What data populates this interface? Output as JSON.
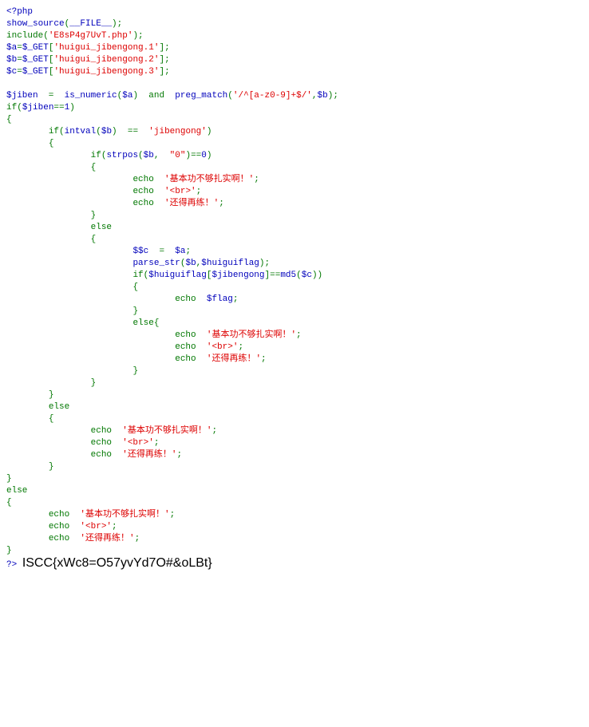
{
  "colors": {
    "keyword": "#007700",
    "default": "#0000BB",
    "string": "#DD0000"
  },
  "lines": [
    [
      [
        "d",
        "<?php"
      ]
    ],
    [
      [
        "d",
        "show_source"
      ],
      [
        "k",
        "("
      ],
      [
        "d",
        "__FILE__"
      ],
      [
        "k",
        ");"
      ]
    ],
    [
      [
        "k",
        "include("
      ],
      [
        "s",
        "'E8sP4g7UvT.php'"
      ],
      [
        "k",
        ");"
      ]
    ],
    [
      [
        "d",
        "$a"
      ],
      [
        "k",
        "="
      ],
      [
        "d",
        "$_GET"
      ],
      [
        "k",
        "["
      ],
      [
        "s",
        "'huigui_jibengong.1'"
      ],
      [
        "k",
        "];"
      ]
    ],
    [
      [
        "d",
        "$b"
      ],
      [
        "k",
        "="
      ],
      [
        "d",
        "$_GET"
      ],
      [
        "k",
        "["
      ],
      [
        "s",
        "'huigui_jibengong.2'"
      ],
      [
        "k",
        "];"
      ]
    ],
    [
      [
        "d",
        "$c"
      ],
      [
        "k",
        "="
      ],
      [
        "d",
        "$_GET"
      ],
      [
        "k",
        "["
      ],
      [
        "s",
        "'huigui_jibengong.3'"
      ],
      [
        "k",
        "];"
      ]
    ],
    [],
    [
      [
        "d",
        "$jiben"
      ],
      [
        "k",
        "  =  "
      ],
      [
        "d",
        "is_numeric"
      ],
      [
        "k",
        "("
      ],
      [
        "d",
        "$a"
      ],
      [
        "k",
        ")  and  "
      ],
      [
        "d",
        "preg_match"
      ],
      [
        "k",
        "("
      ],
      [
        "s",
        "'/^[a-z0-9]+$/'"
      ],
      [
        "k",
        ","
      ],
      [
        "d",
        "$b"
      ],
      [
        "k",
        ");"
      ]
    ],
    [
      [
        "k",
        "if("
      ],
      [
        "d",
        "$jiben"
      ],
      [
        "k",
        "=="
      ],
      [
        "d",
        "1"
      ],
      [
        "k",
        ")"
      ]
    ],
    [
      [
        "k",
        "{"
      ]
    ],
    [
      [
        "k",
        "\tif("
      ],
      [
        "d",
        "intval"
      ],
      [
        "k",
        "("
      ],
      [
        "d",
        "$b"
      ],
      [
        "k",
        ")  ==  "
      ],
      [
        "s",
        "'jibengong'"
      ],
      [
        "k",
        ")"
      ]
    ],
    [
      [
        "k",
        "\t{"
      ]
    ],
    [
      [
        "k",
        "\t\tif("
      ],
      [
        "d",
        "strpos"
      ],
      [
        "k",
        "("
      ],
      [
        "d",
        "$b"
      ],
      [
        "k",
        ",  "
      ],
      [
        "s",
        "\"0\""
      ],
      [
        "k",
        ")=="
      ],
      [
        "d",
        "0"
      ],
      [
        "k",
        ")"
      ]
    ],
    [
      [
        "k",
        "\t\t{"
      ]
    ],
    [
      [
        "k",
        "\t\t\techo  "
      ],
      [
        "s",
        "'基本功不够扎实啊！'"
      ],
      [
        "k",
        ";"
      ]
    ],
    [
      [
        "k",
        "\t\t\techo  "
      ],
      [
        "s",
        "'<br>'"
      ],
      [
        "k",
        ";"
      ]
    ],
    [
      [
        "k",
        "\t\t\techo  "
      ],
      [
        "s",
        "'还得再练！'"
      ],
      [
        "k",
        ";"
      ]
    ],
    [
      [
        "k",
        "\t\t}"
      ]
    ],
    [
      [
        "k",
        "\t\telse"
      ]
    ],
    [
      [
        "k",
        "\t\t{"
      ]
    ],
    [
      [
        "k",
        "\t\t\t"
      ],
      [
        "d",
        "$$c"
      ],
      [
        "k",
        "  =  "
      ],
      [
        "d",
        "$a"
      ],
      [
        "k",
        ";"
      ]
    ],
    [
      [
        "k",
        "\t\t\t"
      ],
      [
        "d",
        "parse_str"
      ],
      [
        "k",
        "("
      ],
      [
        "d",
        "$b"
      ],
      [
        "k",
        ","
      ],
      [
        "d",
        "$huiguiflag"
      ],
      [
        "k",
        ");"
      ]
    ],
    [
      [
        "k",
        "\t\t\tif("
      ],
      [
        "d",
        "$huiguiflag"
      ],
      [
        "k",
        "["
      ],
      [
        "d",
        "$jibengong"
      ],
      [
        "k",
        "]=="
      ],
      [
        "d",
        "md5"
      ],
      [
        "k",
        "("
      ],
      [
        "d",
        "$c"
      ],
      [
        "k",
        "))"
      ]
    ],
    [
      [
        "k",
        "\t\t\t{"
      ]
    ],
    [
      [
        "k",
        "\t\t\t\techo  "
      ],
      [
        "d",
        "$flag"
      ],
      [
        "k",
        ";"
      ]
    ],
    [
      [
        "k",
        "\t\t\t}"
      ]
    ],
    [
      [
        "k",
        "\t\t\telse{"
      ]
    ],
    [
      [
        "k",
        "\t\t\t\techo  "
      ],
      [
        "s",
        "'基本功不够扎实啊！'"
      ],
      [
        "k",
        ";"
      ]
    ],
    [
      [
        "k",
        "\t\t\t\techo  "
      ],
      [
        "s",
        "'<br>'"
      ],
      [
        "k",
        ";"
      ]
    ],
    [
      [
        "k",
        "\t\t\t\techo  "
      ],
      [
        "s",
        "'还得再练！'"
      ],
      [
        "k",
        ";"
      ]
    ],
    [
      [
        "k",
        "\t\t\t}"
      ]
    ],
    [
      [
        "k",
        "\t\t}"
      ]
    ],
    [
      [
        "k",
        "\t}"
      ]
    ],
    [
      [
        "k",
        "\telse"
      ]
    ],
    [
      [
        "k",
        "\t{"
      ]
    ],
    [
      [
        "k",
        "\t\techo  "
      ],
      [
        "s",
        "'基本功不够扎实啊！'"
      ],
      [
        "k",
        ";"
      ]
    ],
    [
      [
        "k",
        "\t\techo  "
      ],
      [
        "s",
        "'<br>'"
      ],
      [
        "k",
        ";"
      ]
    ],
    [
      [
        "k",
        "\t\techo  "
      ],
      [
        "s",
        "'还得再练！'"
      ],
      [
        "k",
        ";"
      ]
    ],
    [
      [
        "k",
        "\t}"
      ]
    ],
    [
      [
        "k",
        "}"
      ]
    ],
    [
      [
        "k",
        "else"
      ]
    ],
    [
      [
        "k",
        "{"
      ]
    ],
    [
      [
        "k",
        "\techo  "
      ],
      [
        "s",
        "'基本功不够扎实啊！'"
      ],
      [
        "k",
        ";"
      ]
    ],
    [
      [
        "k",
        "\techo  "
      ],
      [
        "s",
        "'<br>'"
      ],
      [
        "k",
        ";"
      ]
    ],
    [
      [
        "k",
        "\techo  "
      ],
      [
        "s",
        "'还得再练！'"
      ],
      [
        "k",
        ";"
      ]
    ],
    [
      [
        "k",
        "}"
      ]
    ]
  ],
  "close_tag": "?>",
  "flag": "ISCC{xWc8=O57yvYd7O#&oLBt}"
}
